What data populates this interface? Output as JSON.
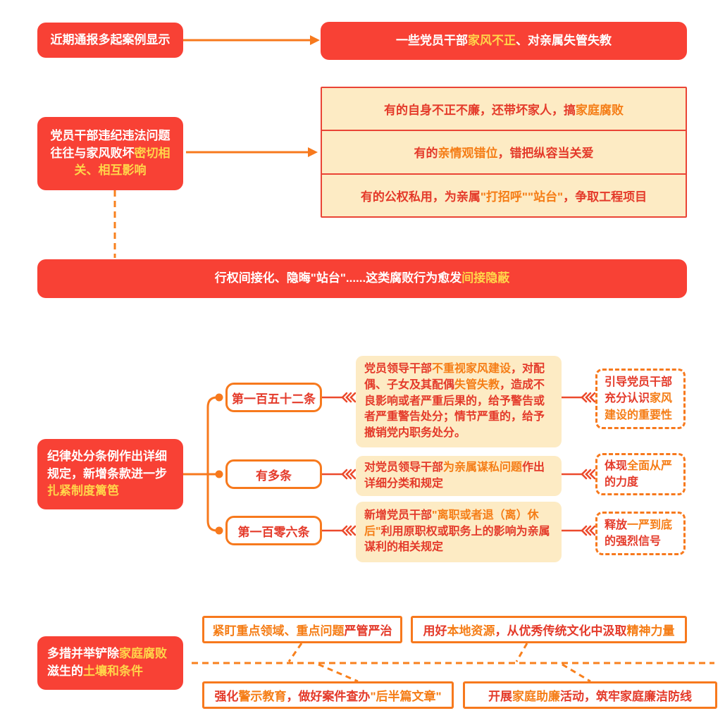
{
  "palette": {
    "red_box": "#f84135",
    "yellow_highlight": "#ffd54a",
    "orange_line": "#f7791d",
    "chevron_link": "#ec4a2c",
    "red_text": "#e43a2a",
    "orange_text": "#f57d16",
    "cream_bg": "#fdebc4"
  },
  "flow1": {
    "source": [
      {
        "t": "近期通报多起案例显示",
        "c": "w"
      }
    ],
    "result": [
      {
        "t": "一些党员干部",
        "c": "w"
      },
      {
        "t": "家风不正",
        "c": "y"
      },
      {
        "t": "、对亲属失管失教",
        "c": "w"
      }
    ]
  },
  "flow2": {
    "cause": [
      {
        "t": "党员干部违纪违法问题往往与家风败坏",
        "c": "w"
      },
      {
        "t": "密切相关、相互影响",
        "c": "y"
      }
    ],
    "examples": [
      [
        {
          "t": "有的自身不正不廉，还带坏家人，搞",
          "c": "r"
        },
        {
          "t": "家庭腐败",
          "c": "o"
        }
      ],
      [
        {
          "t": "有的",
          "c": "r"
        },
        {
          "t": "亲情观错位",
          "c": "o"
        },
        {
          "t": "，错把纵容当关爱",
          "c": "r"
        }
      ],
      [
        {
          "t": "有的公权私用，为亲属",
          "c": "r"
        },
        {
          "t": "\"打招呼\"\"站台\"",
          "c": "o"
        },
        {
          "t": "，争取工程项目",
          "c": "r"
        }
      ]
    ],
    "banner": [
      {
        "t": "行权间接化、隐晦\"站台\"......这类腐败行为愈发",
        "c": "w"
      },
      {
        "t": "间接隐蔽",
        "c": "y"
      }
    ]
  },
  "flow3": {
    "intro": [
      {
        "t": "纪律处分条例作出详细规定，新增条款进一步",
        "c": "w"
      },
      {
        "t": "扎紧制度篱笆",
        "c": "y"
      }
    ],
    "branches": [
      {
        "label": [
          {
            "t": "第一百五十二条",
            "c": "r"
          }
        ],
        "detail": [
          {
            "t": "党员领导干部",
            "c": "r"
          },
          {
            "t": "不重视家风建设",
            "c": "o"
          },
          {
            "t": "，对配偶、子女及其配偶",
            "c": "r"
          },
          {
            "t": "失管失教",
            "c": "o"
          },
          {
            "t": "，造成不良影响或者严重后果的，给予警告或者严重警告处分；情节严重的，给予撤销党内职务处分。",
            "c": "r"
          }
        ],
        "note": [
          {
            "t": "引导党员干部充分认识",
            "c": "r"
          },
          {
            "t": "家风建设的重要性",
            "c": "o"
          }
        ]
      },
      {
        "label": [
          {
            "t": "有多条",
            "c": "r"
          }
        ],
        "detail": [
          {
            "t": "对党员领导干部",
            "c": "r"
          },
          {
            "t": "为亲属谋私问题",
            "c": "o"
          },
          {
            "t": "作出详细分类和规定",
            "c": "r"
          }
        ],
        "note": [
          {
            "t": "体现",
            "c": "r"
          },
          {
            "t": "全面从严",
            "c": "o"
          },
          {
            "t": "的力度",
            "c": "r"
          }
        ]
      },
      {
        "label": [
          {
            "t": "第一百零六条",
            "c": "r"
          }
        ],
        "detail": [
          {
            "t": "新增党员干部",
            "c": "r"
          },
          {
            "t": "\"离职或者退（离）休后\"",
            "c": "o"
          },
          {
            "t": "利用原职权或职务上的影响为亲属谋利的相关规定",
            "c": "r"
          }
        ],
        "note": [
          {
            "t": "释放",
            "c": "r"
          },
          {
            "t": "一严到底",
            "c": "o"
          },
          {
            "t": "的强烈信号",
            "c": "r"
          }
        ]
      }
    ]
  },
  "flow4": {
    "intro": [
      {
        "t": "多措并举铲除",
        "c": "w"
      },
      {
        "t": "家庭腐败",
        "c": "y"
      },
      {
        "t": "滋生的",
        "c": "w"
      },
      {
        "t": "土壤和条件",
        "c": "y"
      }
    ],
    "measures": [
      [
        {
          "t": "紧盯重点领域、重点问题",
          "c": "o"
        },
        {
          "t": "严管严治",
          "c": "r"
        }
      ],
      [
        {
          "t": "用好",
          "c": "r"
        },
        {
          "t": "本地资源",
          "c": "o"
        },
        {
          "t": "，从优秀传统文化中汲取",
          "c": "r"
        },
        {
          "t": "精神力量",
          "c": "o"
        }
      ],
      [
        {
          "t": "强化",
          "c": "r"
        },
        {
          "t": "警示教育",
          "c": "o"
        },
        {
          "t": "，做好案件查办",
          "c": "r"
        },
        {
          "t": "\"后半篇文章\"",
          "c": "o"
        }
      ],
      [
        {
          "t": "开展",
          "c": "r"
        },
        {
          "t": "家庭助廉",
          "c": "o"
        },
        {
          "t": "活动，筑牢家庭廉洁防线",
          "c": "r"
        }
      ]
    ]
  }
}
